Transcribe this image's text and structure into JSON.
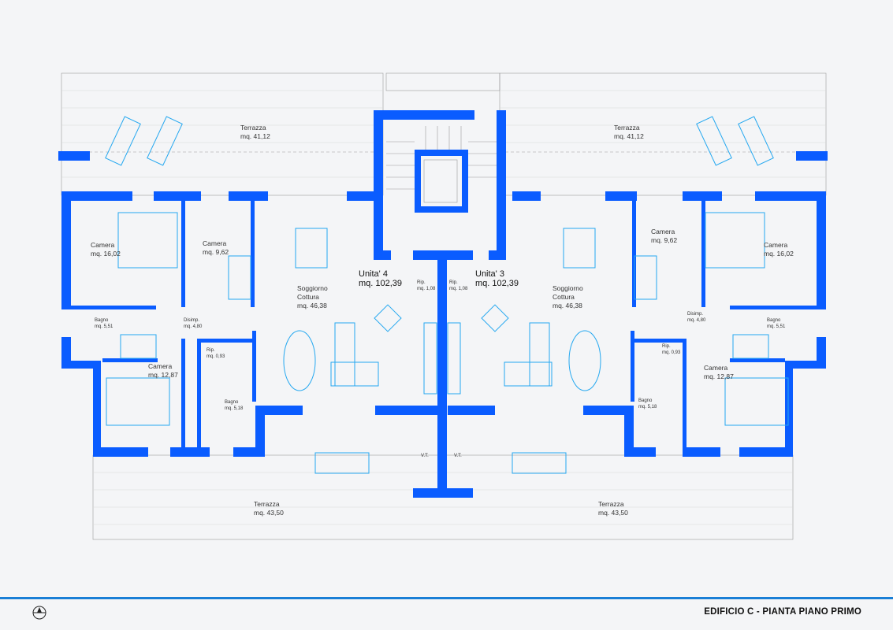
{
  "title": "EDIFICIO C - PIANTA PIANO PRIMO",
  "rooms": {
    "terrazza_top_left": {
      "name": "Terrazza",
      "area": "mq. 41,12"
    },
    "terrazza_top_right": {
      "name": "Terrazza",
      "area": "mq. 41,12"
    },
    "terrazza_bottom_left": {
      "name": "Terrazza",
      "area": "mq. 43,50"
    },
    "terrazza_bottom_right": {
      "name": "Terrazza",
      "area": "mq. 43,50"
    },
    "camera_l1": {
      "name": "Camera",
      "area": "mq. 16,02"
    },
    "camera_l2": {
      "name": "Camera",
      "area": "mq.  9,62"
    },
    "camera_l3": {
      "name": "Camera",
      "area": "mq. 12,87"
    },
    "camera_r1": {
      "name": "Camera",
      "area": "mq. 16,02"
    },
    "camera_r2": {
      "name": "Camera",
      "area": "mq.  9,62"
    },
    "camera_r3": {
      "name": "Camera",
      "area": "mq. 12,87"
    },
    "soggiorno_l": {
      "name1": "Soggiorno",
      "name2": "Cottura",
      "area": "mq.  46,38"
    },
    "soggiorno_r": {
      "name1": "Soggiorno",
      "name2": "Cottura",
      "area": "mq.  46,38"
    },
    "bagno_l1": {
      "name": "Bagno",
      "area": "mq.  5,51"
    },
    "bagno_l2": {
      "name": "Bagno",
      "area": "mq.  5,18"
    },
    "bagno_r1": {
      "name": "Bagno",
      "area": "mq.  5,51"
    },
    "bagno_r2": {
      "name": "Bagno",
      "area": "mq.  5,18"
    },
    "disimp_l": {
      "name": "Disimp.",
      "area": "mq.  4,80"
    },
    "disimp_r": {
      "name": "Disimp.",
      "area": "mq.  4,80"
    },
    "rip_l": {
      "name": "Rip.",
      "area": "mq. 0,93"
    },
    "rip_r": {
      "name": "Rip.",
      "area": "mq. 0,93"
    },
    "rip_c_l": {
      "name": "Rip.",
      "area": "mq. 1,08"
    },
    "rip_c_r": {
      "name": "Rip.",
      "area": "mq. 1,08"
    },
    "vt_l": {
      "name": "V.T."
    },
    "vt_r": {
      "name": "V.T."
    }
  },
  "units": {
    "unit4": {
      "name": "Unita' 4",
      "area": "mq. 102,39"
    },
    "unit3": {
      "name": "Unita' 3",
      "area": "mq. 102,39"
    }
  },
  "colors": {
    "wall": "#0a5cff",
    "furniture": "#25a8f0",
    "footer_line": "#1a7fd6"
  }
}
